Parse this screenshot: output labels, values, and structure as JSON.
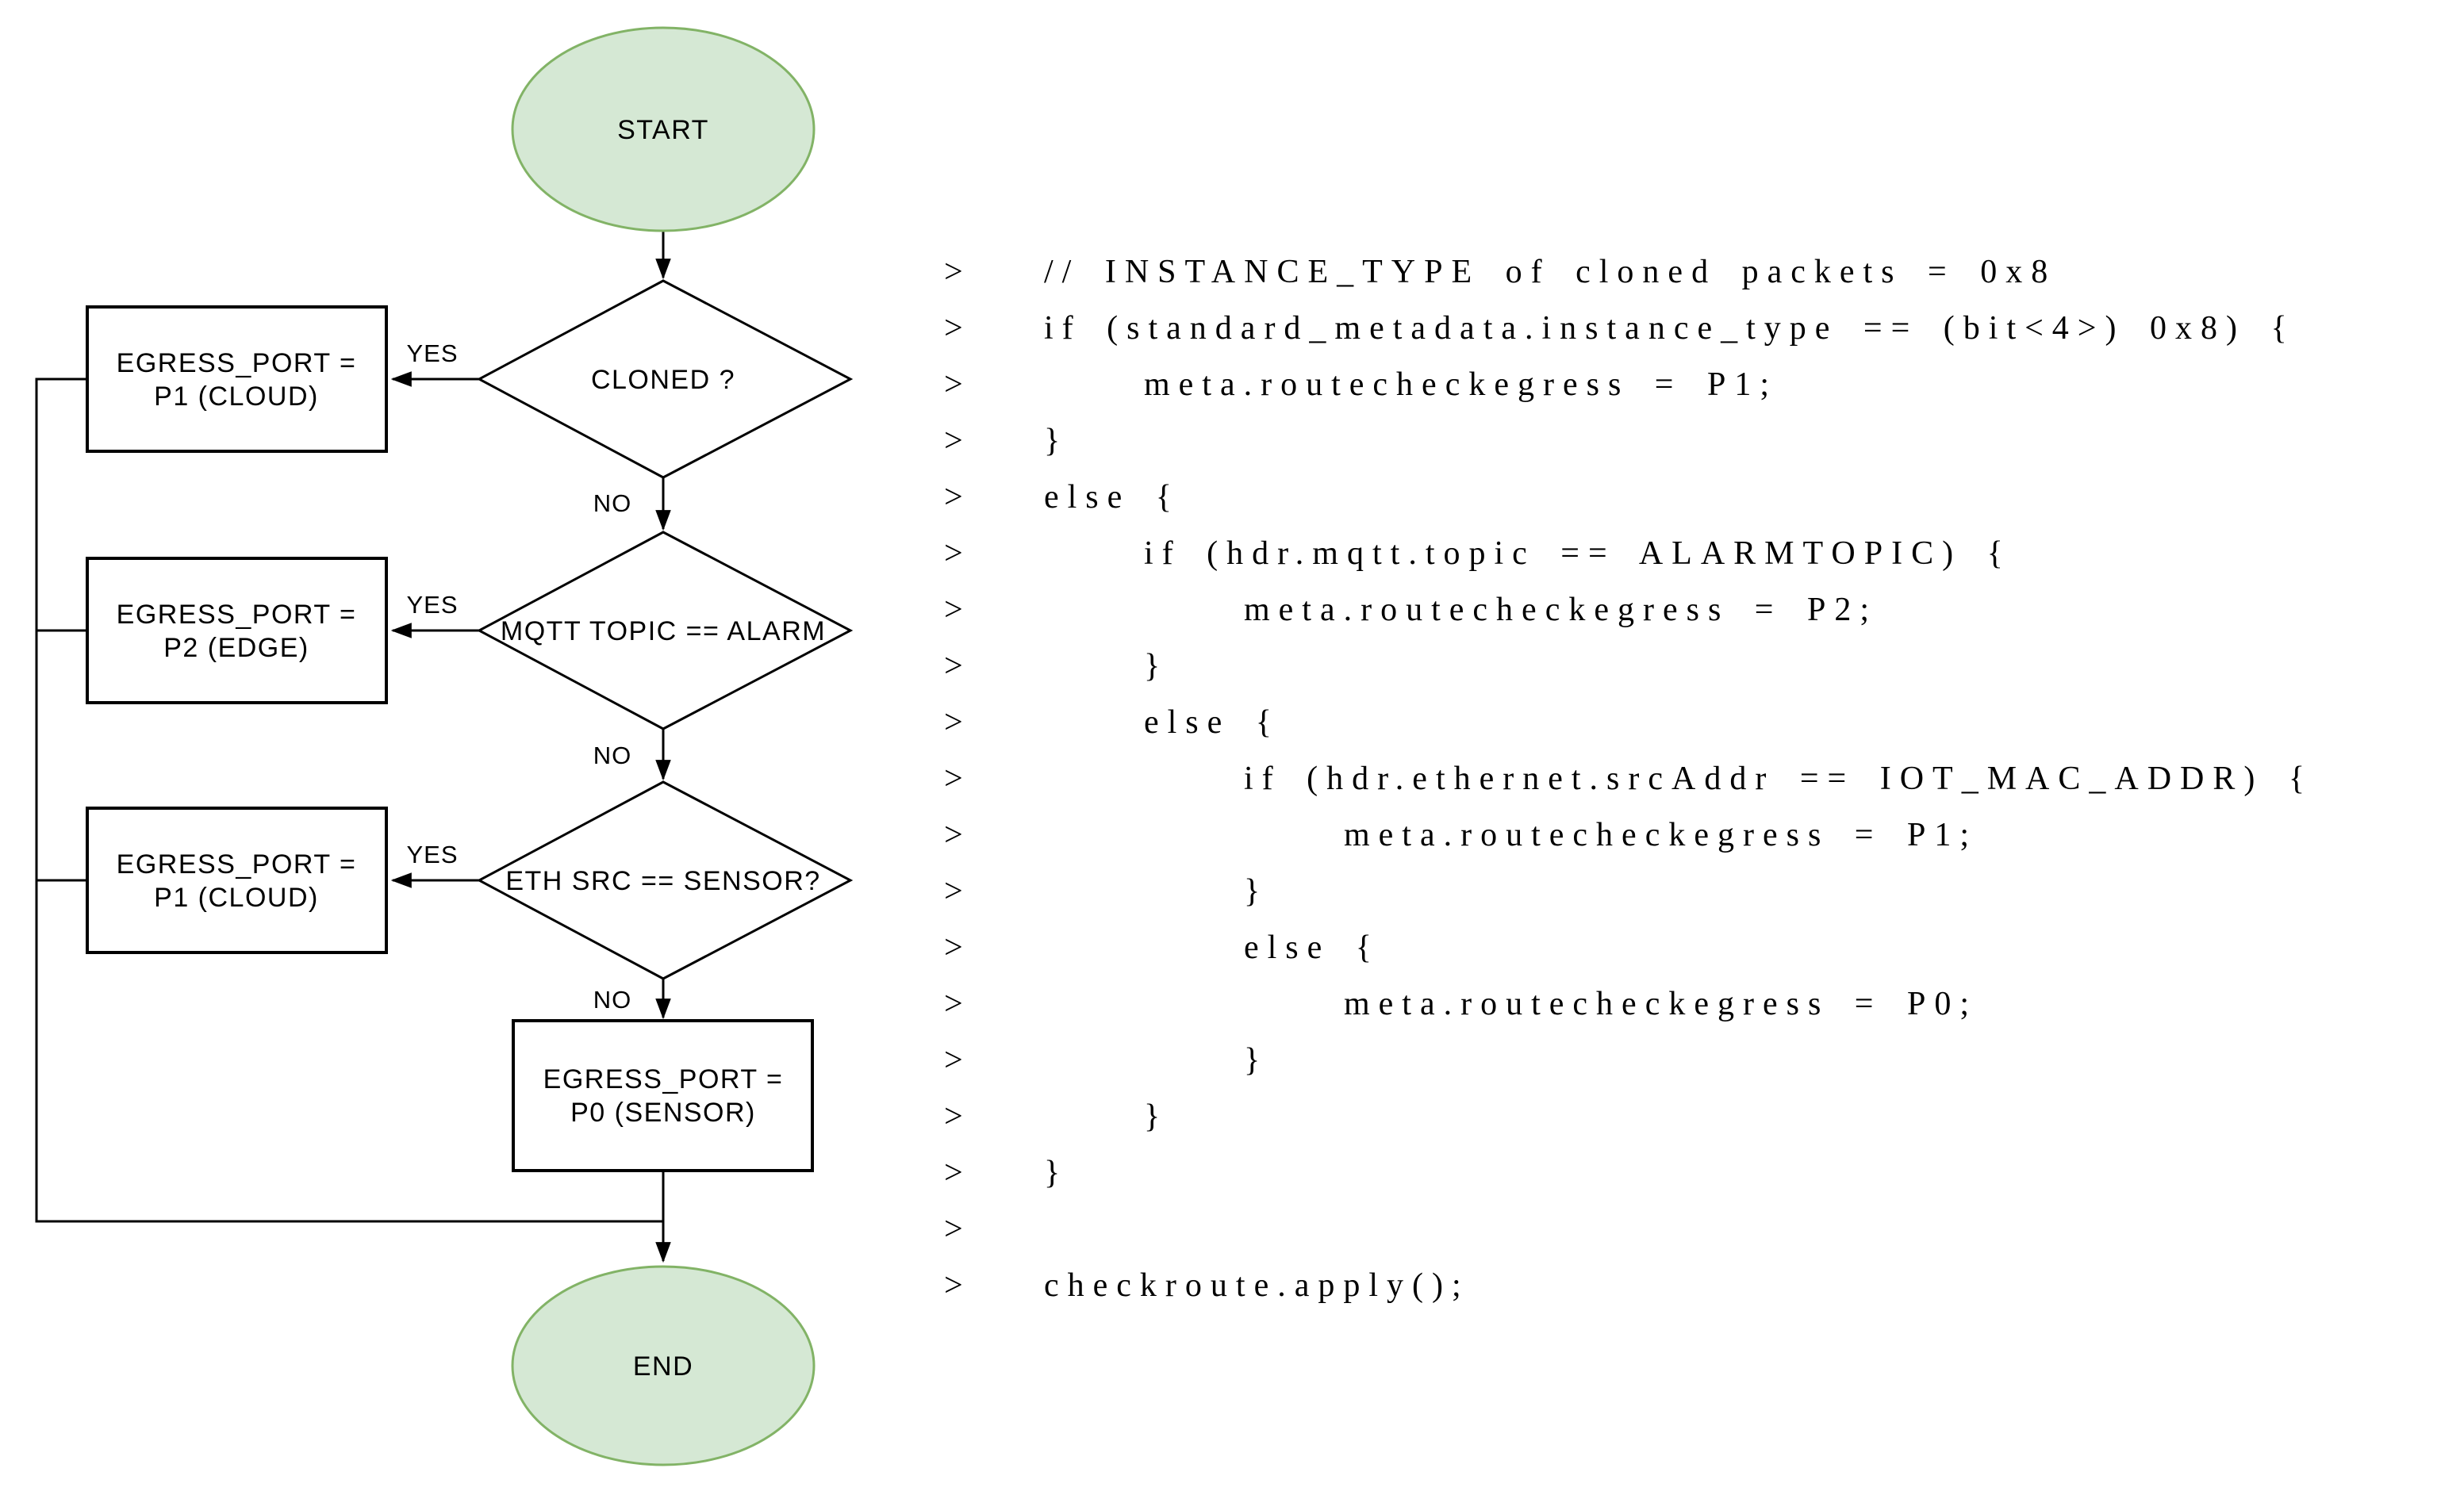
{
  "flowchart": {
    "start_label": "START",
    "end_label": "END",
    "yes_label": "YES",
    "no_label": "NO",
    "decisions": [
      {
        "label": "CLONED ?"
      },
      {
        "label": "MQTT TOPIC == ALARM"
      },
      {
        "label": "ETH SRC == SENSOR?"
      }
    ],
    "actions": [
      {
        "line1": "EGRESS_PORT =",
        "line2": "P1 (CLOUD)"
      },
      {
        "line1": "EGRESS_PORT =",
        "line2": "P2 (EDGE)"
      },
      {
        "line1": "EGRESS_PORT =",
        "line2": "P1 (CLOUD)"
      },
      {
        "line1": "EGRESS_PORT =",
        "line2": "P0 (SENSOR)"
      }
    ],
    "colors": {
      "terminal_fill": "#d5e8d4",
      "terminal_stroke": "#82b366",
      "shape_fill": "#ffffff",
      "shape_stroke": "#000000"
    }
  },
  "code": {
    "prompt": ">",
    "lines": [
      "// INSTANCE_TYPE of cloned packets = 0x8",
      "if (standard_metadata.instance_type == (bit<4>) 0x8) {",
      "    meta.routecheckegress = P1;",
      "}",
      "else {",
      "    if (hdr.mqtt.topic == ALARMTOPIC) {",
      "        meta.routecheckegress = P2;",
      "    }",
      "    else {",
      "        if (hdr.ethernet.srcAddr == IOT_MAC_ADDR) {",
      "            meta.routecheckegress = P1;",
      "        }",
      "        else {",
      "            meta.routecheckegress = P0;",
      "        }",
      "    }",
      "}",
      "",
      "checkroute.apply();"
    ]
  }
}
